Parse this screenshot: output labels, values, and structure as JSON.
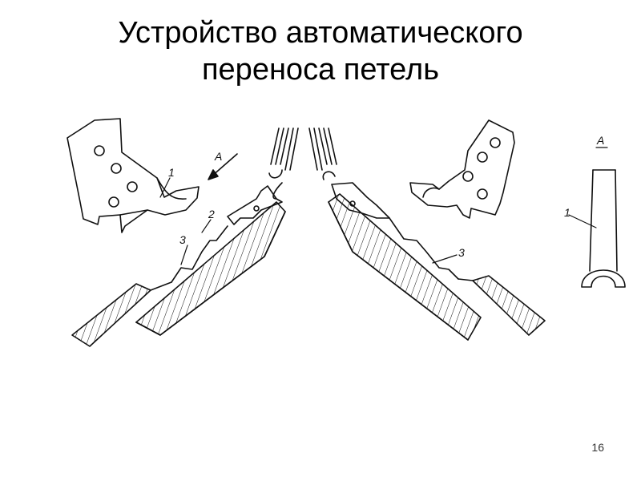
{
  "slide": {
    "title_line1": "Устройство автоматического",
    "title_line2": "переноса петель",
    "page_number": "16"
  },
  "diagram": {
    "labels": {
      "view_a_arrow": "А",
      "view_a_title": "А",
      "part_1_left": "1",
      "part_2": "2",
      "part_3_left": "3",
      "part_3_right": "3",
      "part_1_view": "1"
    },
    "colors": {
      "ink": "#111111",
      "background": "#ffffff"
    }
  }
}
